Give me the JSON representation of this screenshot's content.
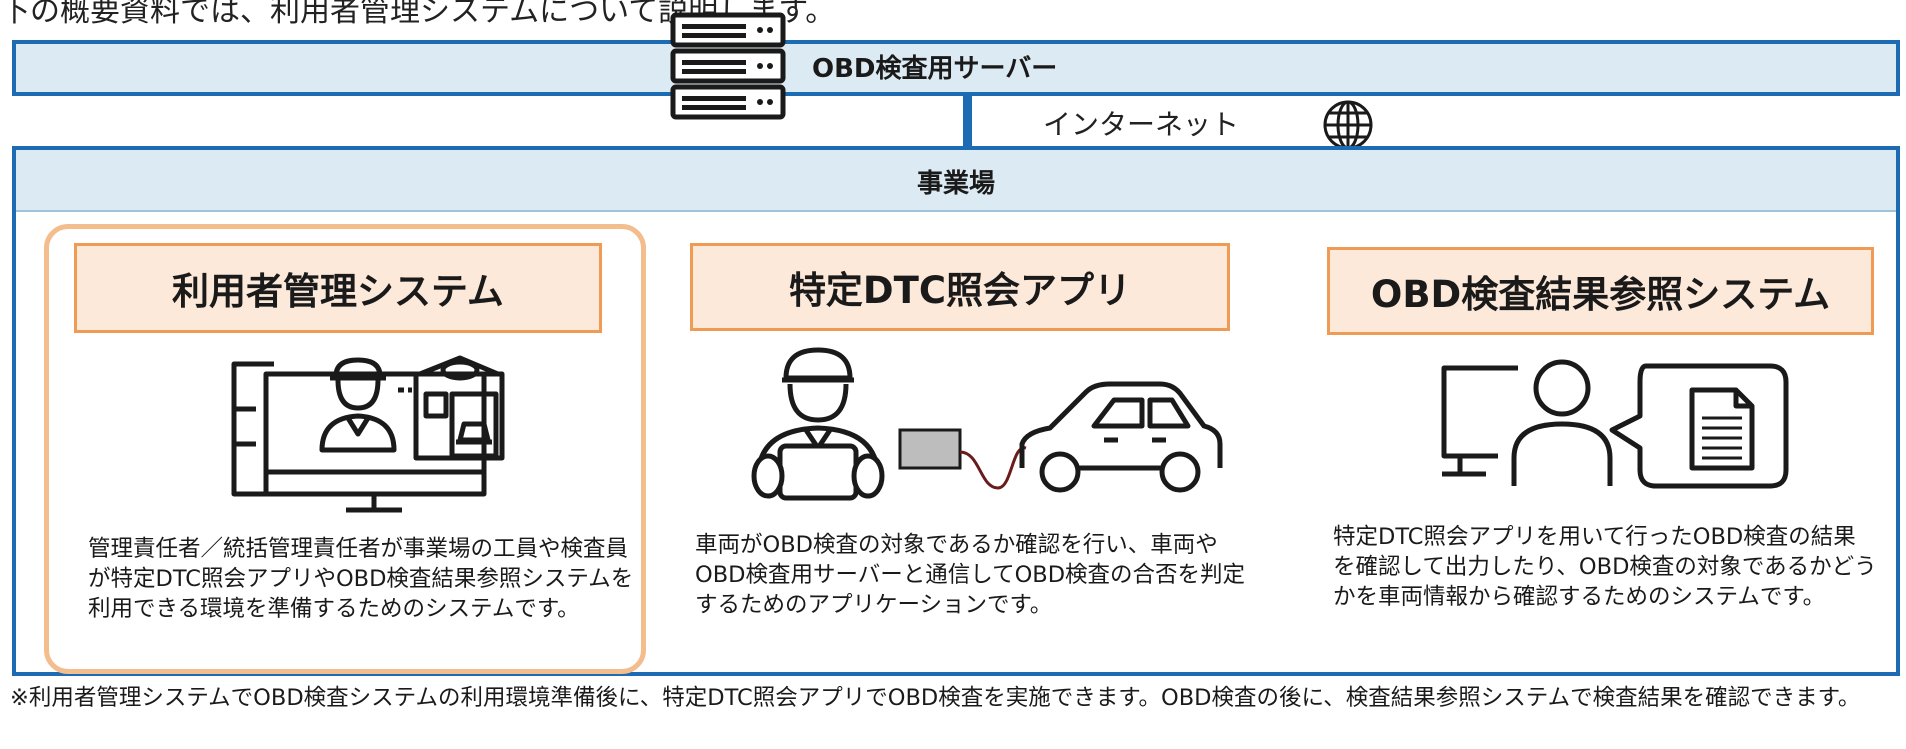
{
  "top_caption": "下の概要資料では、利用者管理システムについて説明します。",
  "server": {
    "label": "OBD検査用サーバー",
    "icon": "server-icon"
  },
  "network": {
    "label": "インターネット",
    "icon": "globe-icon"
  },
  "site": {
    "label": "事業場"
  },
  "systems": [
    {
      "title": "利用者管理システム",
      "icon": "computer-mechanic-garage-icon",
      "description": "管理責任者／統括管理責任者が事業場の工員や検査員が特定DTC照会アプリやOBD検査結果参照システムを利用できる環境を準備するためのシステムです。"
    },
    {
      "title": "特定DTC照会アプリ",
      "icon": "mechanic-tablet-car-icon",
      "description": "車両がOBD検査の対象であるか確認を行い、車両やOBD検査用サーバーと通信してOBD検査の合否を判定するためのアプリケーションです。"
    },
    {
      "title": "OBD検査結果参照システム",
      "icon": "monitor-user-document-icon",
      "description": "特定DTC照会アプリを用いて行ったOBD検査の結果を確認して出力したり、OBD検査の対象であるかどうかを車両情報から確認するためのシステムです。"
    }
  ],
  "footnote": "※利用者管理システムでOBD検査システムの利用環境準備後に、特定DTC照会アプリでOBD検査を実施できます。OBD検査の後に、検査結果参照システムで検査結果を確認できます。",
  "colors": {
    "accent_blue": "#1c6bb3",
    "band_fill": "#dcebf3",
    "title_fill": "#fde9d9",
    "title_border": "#ef9a55",
    "highlight_border": "#f3bd8e"
  }
}
